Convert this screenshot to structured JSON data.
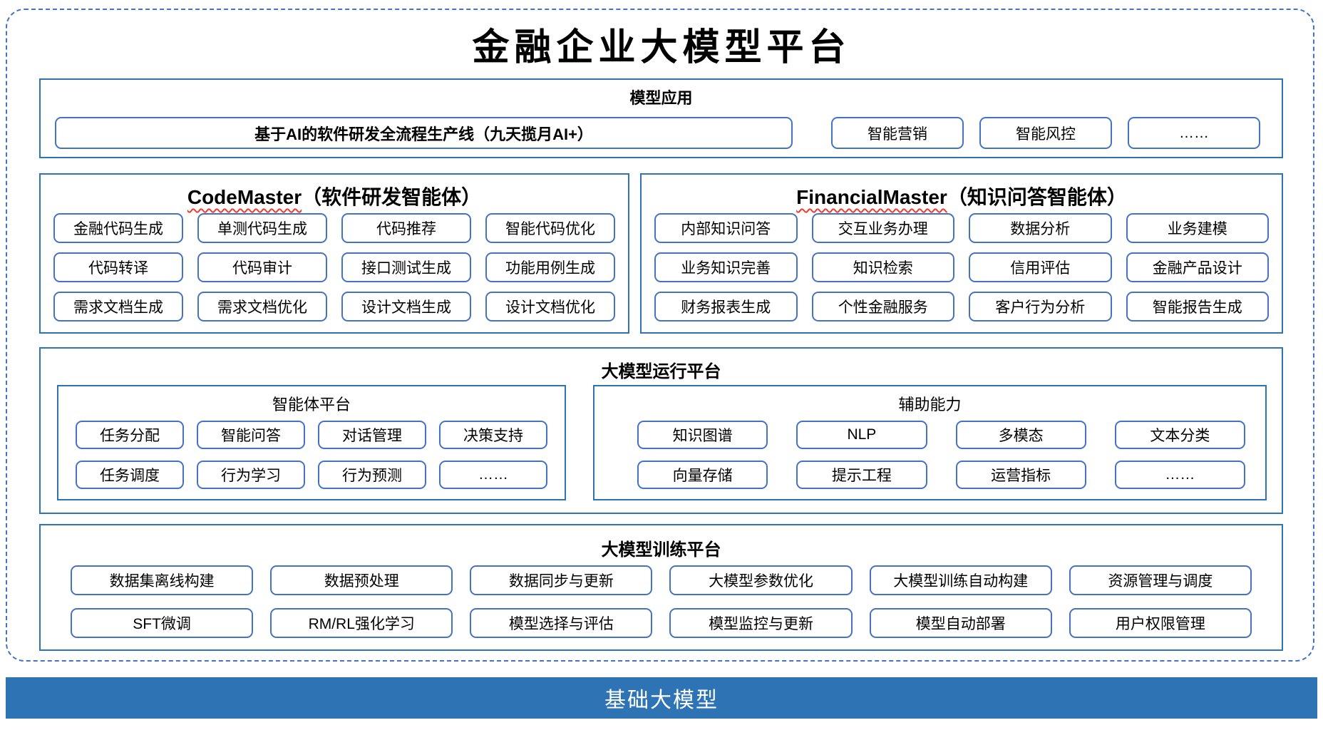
{
  "title": "金融企业大模型平台",
  "colors": {
    "section_border": "#2E74B5",
    "chip_border": "#4472C4",
    "dashed_border": "#4472C4",
    "base_bar_bg": "#2E74B5",
    "spellcheck_underline": "#F03B2E"
  },
  "model_app": {
    "header": "模型应用",
    "pipeline_item": "基于AI的软件研发全流程生产线（九天揽月AI+）",
    "items": [
      "智能营销",
      "智能风控",
      "……"
    ]
  },
  "code_master": {
    "name_en": "CodeMaster",
    "name_zh": "（软件研发智能体）",
    "items": [
      "金融代码生成",
      "单测代码生成",
      "代码推荐",
      "智能代码优化",
      "代码转译",
      "代码审计",
      "接口测试生成",
      "功能用例生成",
      "需求文档生成",
      "需求文档优化",
      "设计文档生成",
      "设计文档优化"
    ]
  },
  "financial_master": {
    "name_en": "FinancialMaster",
    "name_zh": "（知识问答智能体）",
    "items": [
      "内部知识问答",
      "交互业务办理",
      "数据分析",
      "业务建模",
      "业务知识完善",
      "知识检索",
      "信用评估",
      "金融产品设计",
      "财务报表生成",
      "个性金融服务",
      "客户行为分析",
      "智能报告生成"
    ]
  },
  "runtime_platform": {
    "header": "大模型运行平台",
    "agent_platform": {
      "header": "智能体平台",
      "items": [
        "任务分配",
        "智能问答",
        "对话管理",
        "决策支持",
        "任务调度",
        "行为学习",
        "行为预测",
        "……"
      ]
    },
    "aux_ability": {
      "header": "辅助能力",
      "items": [
        "知识图谱",
        "NLP",
        "多模态",
        "文本分类",
        "向量存储",
        "提示工程",
        "运营指标",
        "……"
      ]
    }
  },
  "training_platform": {
    "header": "大模型训练平台",
    "items": [
      "数据集离线构建",
      "数据预处理",
      "数据同步与更新",
      "大模型参数优化",
      "大模型训练自动构建",
      "资源管理与调度",
      "SFT微调",
      "RM/RL强化学习",
      "模型选择与评估",
      "模型监控与更新",
      "模型自动部署",
      "用户权限管理"
    ]
  },
  "base_model": {
    "label": "基础大模型"
  }
}
